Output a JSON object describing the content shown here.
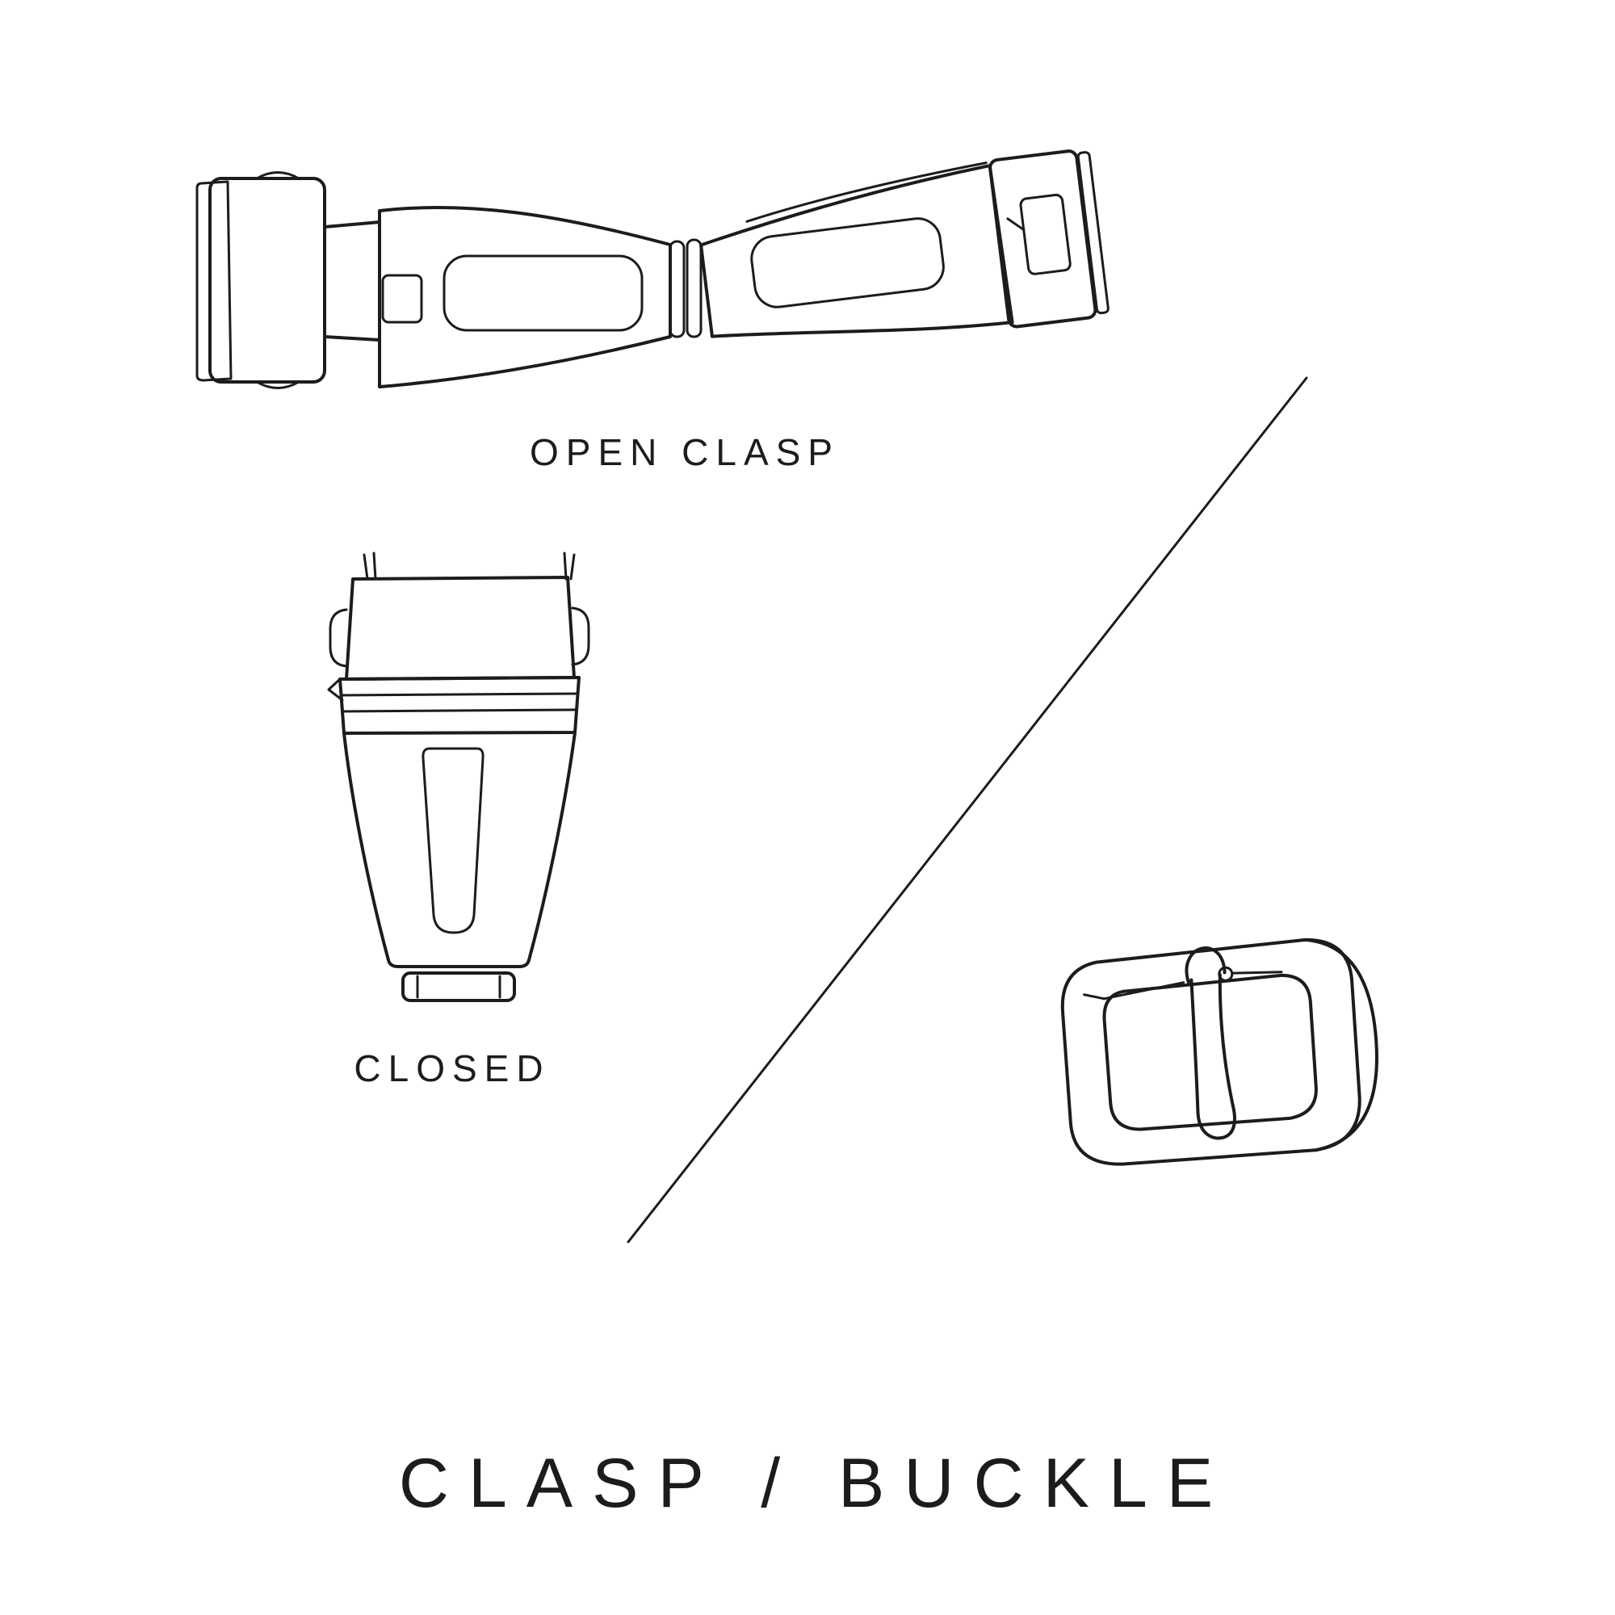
{
  "colors": {
    "background": "#ffffff",
    "line": "#1c1c1c",
    "text": "#1c1c1c"
  },
  "labels": {
    "open_clasp": "OPEN CLASP",
    "closed": "CLOSED",
    "title": "CLASP / BUCKLE"
  },
  "illustrations": {
    "open_clasp": "open-clasp-illustration",
    "closed_clasp": "closed-clasp-illustration",
    "buckle": "buckle-illustration"
  }
}
